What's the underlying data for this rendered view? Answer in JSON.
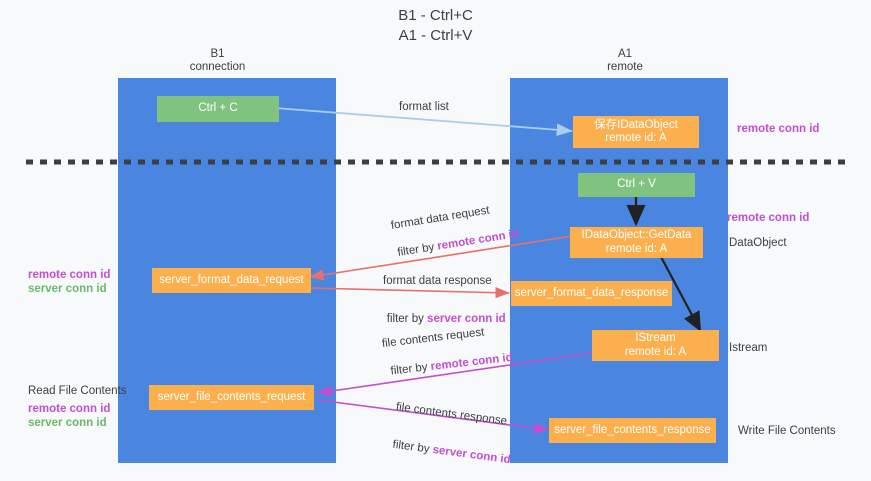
{
  "title": "B1 - Ctrl+C\nA1 - Ctrl+V",
  "columns": [
    {
      "name": "B1",
      "sub": "connection",
      "header": "B1\nconnection"
    },
    {
      "name": "A1",
      "sub": "remote",
      "header": "A1\nremote"
    }
  ],
  "divider": {
    "style": "dashed",
    "color": "#3c4043"
  },
  "colors": {
    "lane": "#4a86e0",
    "node_green": "#7fc37e",
    "node_orange": "#fbb04d",
    "text_dark": "#3c4043",
    "purple": "#c24fd0",
    "green_text": "#6aba6a",
    "arrow_blue": "#a9cdf0",
    "arrow_red": "#e8706a",
    "arrow_magenta": "#c24fd0",
    "arrow_black": "#202124",
    "background": "#f8f9fa"
  },
  "nodes": {
    "ctrl_c": "Ctrl + C",
    "ctrl_v": "Ctrl + V",
    "save_idataobject": "保存IDataObject\nremote id: A",
    "getdata": "IDataObject::GetData\nremote id: A",
    "istream": "IStream\nremote id: A",
    "server_format_data_request": "server_format_data_request",
    "server_format_data_response": "server_format_data_response",
    "server_file_contents_request": "server_file_contents_request",
    "server_file_contents_response": "server_file_contents_response"
  },
  "edge_labels": {
    "format_list": "format list",
    "format_data_request": "format data request",
    "format_data_request_filter_pre": "filter by ",
    "format_data_request_filter_key": "remote conn id",
    "format_data_response": "format data response",
    "format_data_response_filter_pre": "filter by ",
    "format_data_response_filter_key": "server conn id",
    "file_contents_request": "file contents request",
    "file_contents_request_filter_pre": "filter by ",
    "file_contents_request_filter_key": "remote conn id",
    "file_contents_response": "file contents response",
    "file_contents_response_filter_pre": "filter by ",
    "file_contents_response_filter_key": "server conn id"
  },
  "side_labels": {
    "right_remote_conn_id_top": "remote conn id",
    "right_remote_conn_id_mid": "remote conn id",
    "right_dataobject": "DataObject",
    "right_istream": "Istream",
    "right_write_file_contents": "Write File Contents",
    "left_remote_conn_id_mid": "remote conn id",
    "left_server_conn_id_mid": "server conn id",
    "left_read_file_contents": "Read File Contents",
    "left_remote_conn_id_bottom": "remote conn id",
    "left_server_conn_id_bottom": "server conn id"
  }
}
